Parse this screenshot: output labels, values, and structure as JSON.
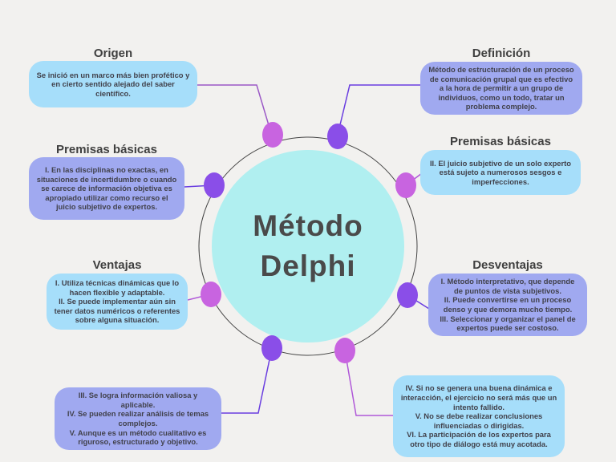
{
  "center": {
    "line1": "Método",
    "line2": "Delphi"
  },
  "origen": {
    "title": "Origen",
    "text": "Se inició en un marco más bien profético y en cierto sentido alejado del saber científico."
  },
  "definicion": {
    "title": "Definición",
    "text": "Método de estructuración de un proceso de comunicación grupal que es efectivo a la hora de permitir a un grupo de individuos, como un todo, tratar un problema complejo."
  },
  "premisas_left": {
    "title": "Premisas básicas",
    "text": "I. En las disciplinas no exactas, en situaciones de incertidumbre o cuando se carece de información objetiva es apropiado utilizar como recurso el juicio subjetivo de expertos."
  },
  "premisas_right": {
    "title": "Premisas básicas",
    "text": "II. El juicio subjetivo de un solo experto está sujeto a numerosos sesgos e imperfecciones."
  },
  "ventajas": {
    "title": "Ventajas",
    "line1": "I. Utiliza técnicas dinámicas que lo hacen flexible y adaptable.",
    "line2": "II. Se puede implementar aún sin tener datos numéricos o referentes sobre alguna situación."
  },
  "desventajas": {
    "title": "Desventajas",
    "line1": "I. Método interpretativo, que depende de puntos de vista subjetivos.",
    "line2": "II. Puede convertirse en un proceso denso y que demora mucho tiempo.",
    "line3": "III. Seleccionar y organizar el panel de expertos puede ser costoso."
  },
  "ventajas_more": {
    "line1": "III. Se logra información valiosa y aplicable.",
    "line2": "IV. Se pueden realizar análisis de temas complejos.",
    "line3": "V. Aunque es un método cualitativo es riguroso, estructurado y objetivo."
  },
  "desventajas_more": {
    "line1": "IV. Si no se genera una buena dinámica e interacción, el ejercicio no será más que un intento fallido.",
    "line2": "V. No se debe realizar conclusiones influenciadas o dirigidas.",
    "line3": "VI. La participación de los expertos para otro tipo de diálogo está muy acotada."
  },
  "colors": {
    "background": "#f2f1ef",
    "center": "#b0eff0",
    "blue_box": "#a6defa",
    "purple_box": "#a0a9f0",
    "pink_dot": "#c864e0",
    "violet_dot": "#8a4ee8"
  }
}
